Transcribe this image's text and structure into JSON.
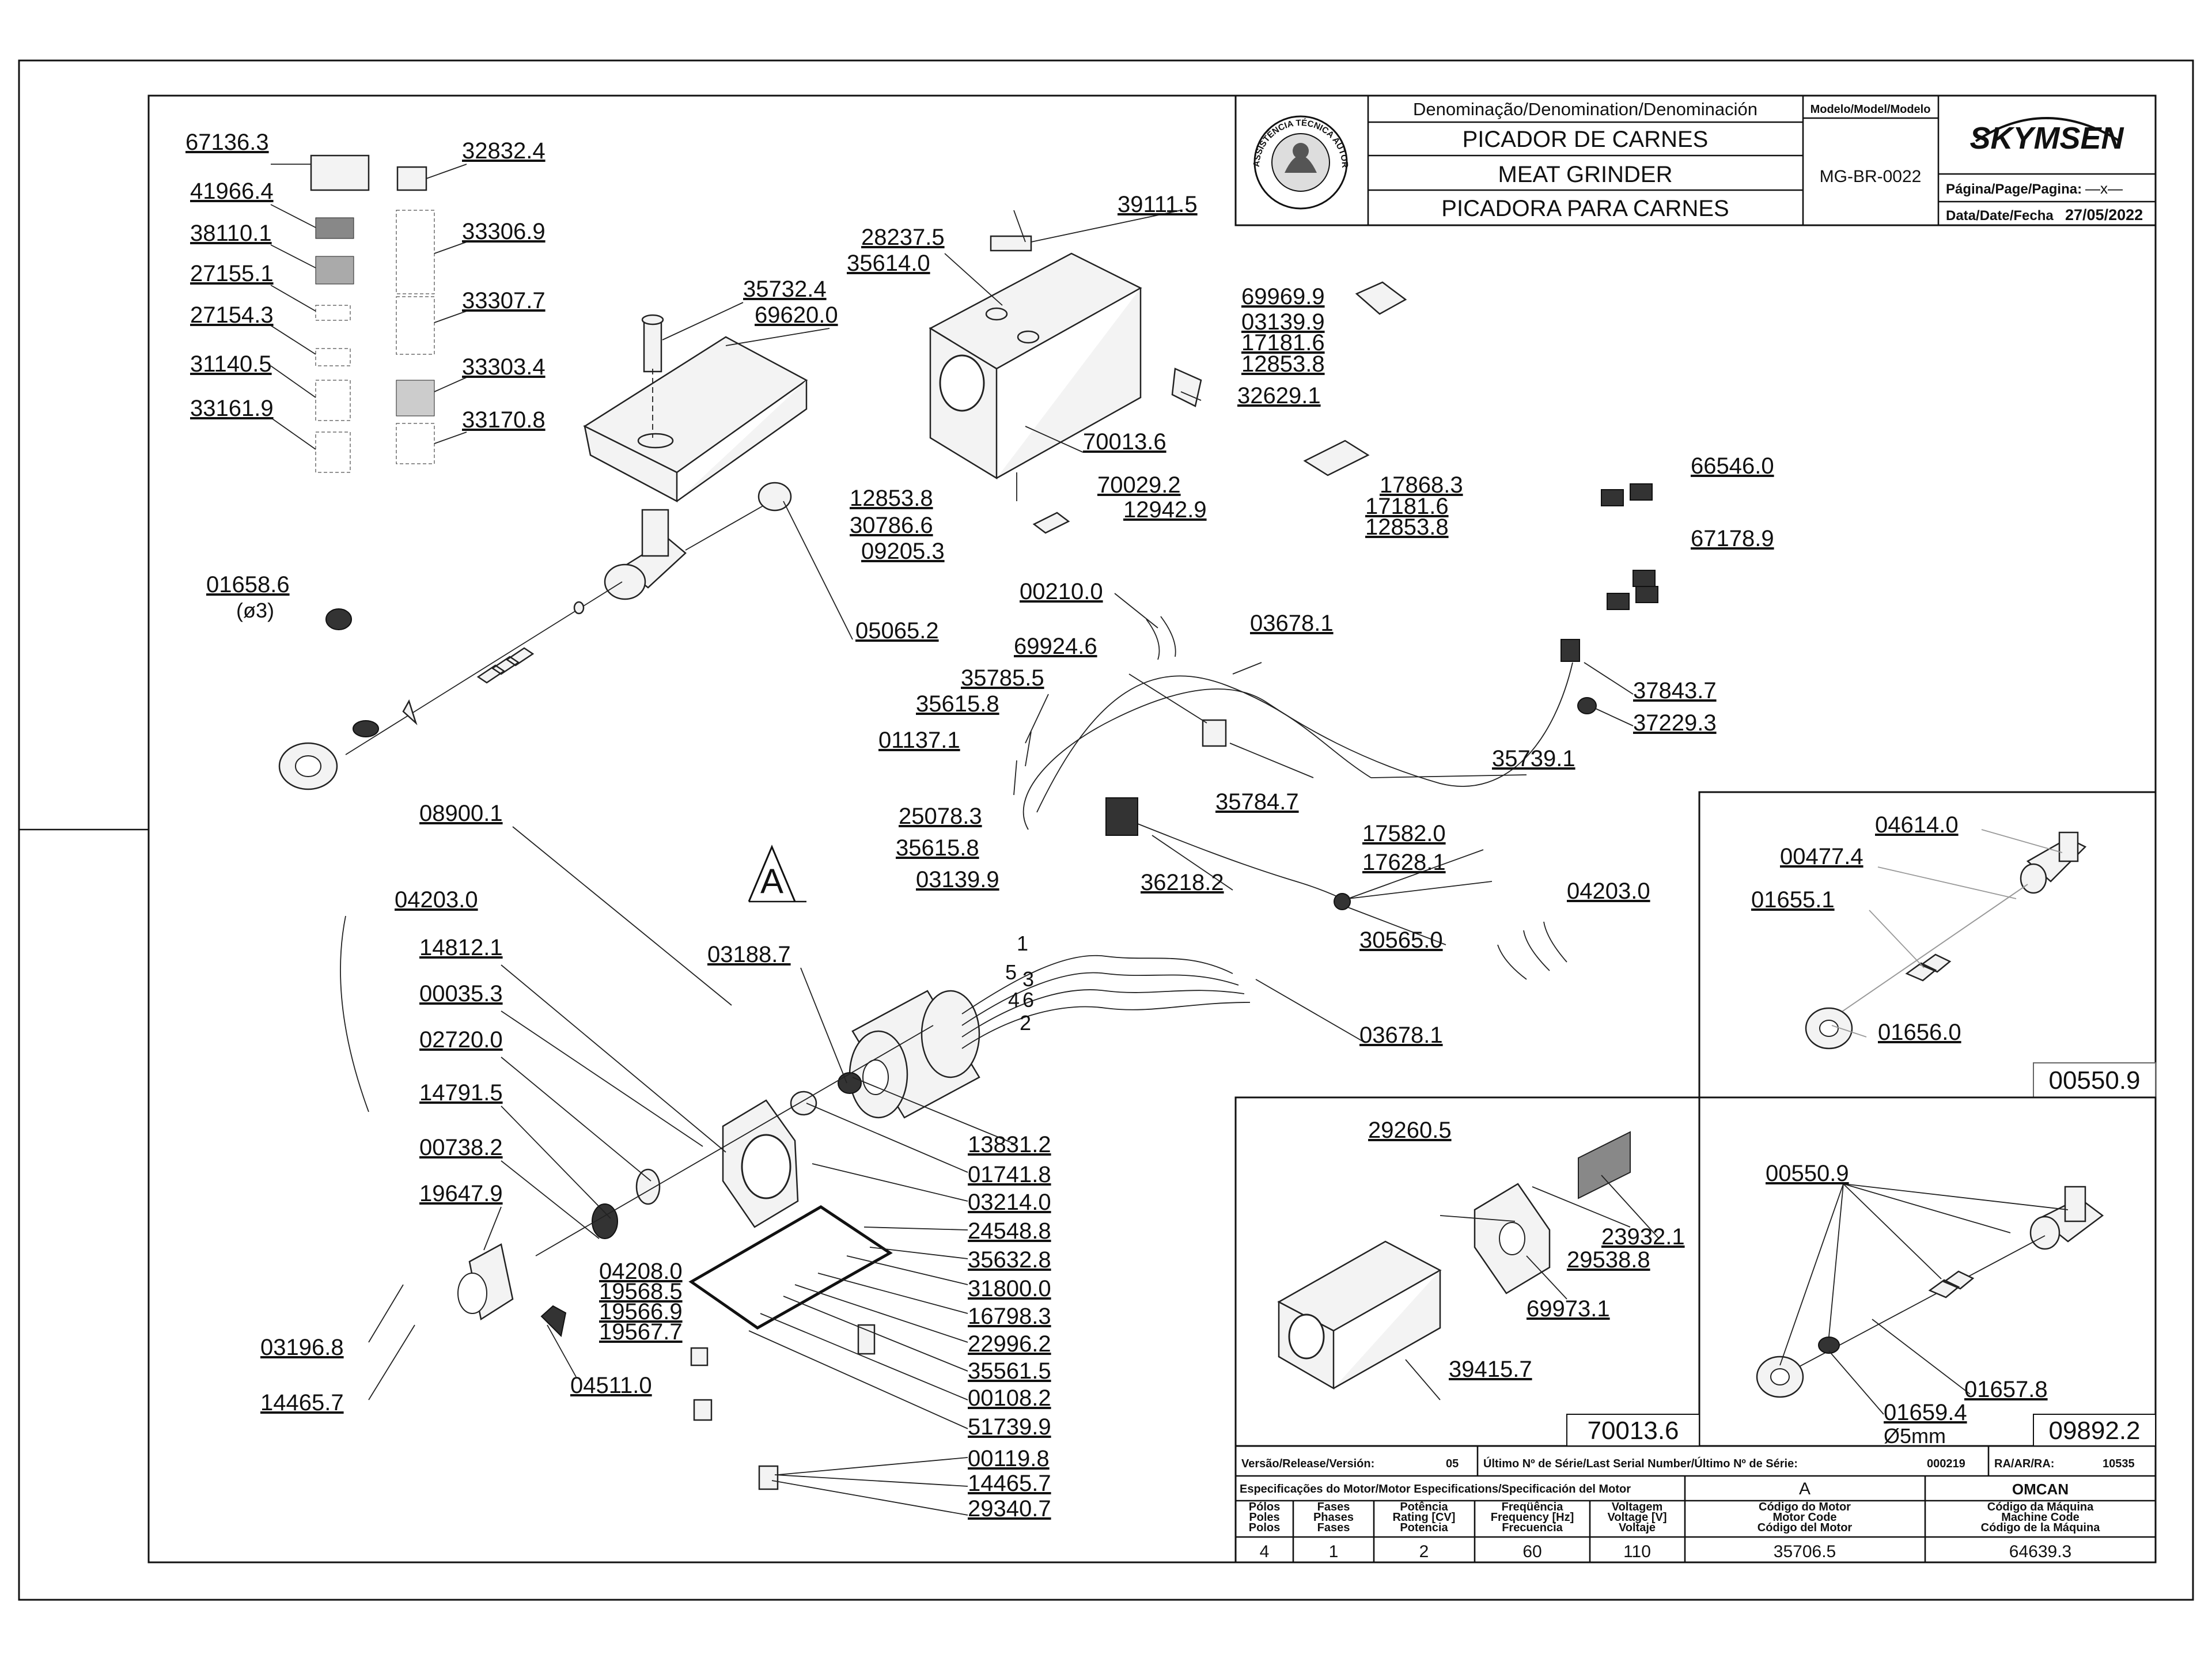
{
  "title_block": {
    "denomination_header": "Denominação/Denomination/Denominación",
    "model_header": "Modelo/Model/Modelo",
    "name_pt": "PICADOR DE CARNES",
    "name_en": "MEAT GRINDER",
    "name_es": "PICADORA PARA CARNES",
    "model": "MG-BR-0022",
    "brand": "SKYMSEN",
    "seal_text": "ASSISTÊNCIA TÉCNICA AUTORIZADA",
    "page_label": "Página/Page/Pagina:",
    "page_value": "—x—",
    "date_label": "Data/Date/Fecha",
    "date_value": "27/05/2022"
  },
  "bottom_table": {
    "version_label": "Versão/Release/Versión:",
    "version_value": "05",
    "serial_label": "Último Nº de Série/Last Serial Number/Último Nº de Série:",
    "serial_value": "000219",
    "ra_label": "RA/AR/RA:",
    "ra_value": "10535",
    "motor_spec_label": "Especificações do Motor/Motor Especifications/Specificación del Motor",
    "motor_letter": "A",
    "brand_code": "OMCAN",
    "col_poles": [
      "Pólos",
      "Poles",
      "Polos"
    ],
    "col_phases": [
      "Fases",
      "Phases",
      "Fases"
    ],
    "col_power": [
      "Potência",
      "Rating [CV]",
      "Potencia"
    ],
    "col_freq": [
      "Freqüência",
      "Frequency [Hz]",
      "Frecuencia"
    ],
    "col_voltage": [
      "Voltagem",
      "Voltage [V]",
      "Voltaje"
    ],
    "col_motor_code": [
      "Código do Motor",
      "Motor Code",
      "Código del Motor"
    ],
    "col_machine_code": [
      "Código da Máquina",
      "Machine Code",
      "Código de la Máquina"
    ],
    "val_poles": "4",
    "val_phases": "1",
    "val_power": "2",
    "val_freq": "60",
    "val_voltage": "110",
    "val_motor_code": "35706.5",
    "val_machine_code": "64639.3"
  },
  "detail_a_label": "A",
  "kit_codes": {
    "kit1": "00550.9",
    "kit2": "70013.6",
    "kit3": "09892.2"
  },
  "parts": {
    "p67136_3": "67136.3",
    "p41966_4": "41966.4",
    "p38110_1": "38110.1",
    "p27155_1": "27155.1",
    "p27154_3": "27154.3",
    "p31140_5": "31140.5",
    "p33161_9": "33161.9",
    "p32832_4": "32832.4",
    "p33306_9": "33306.9",
    "p33307_7": "33307.7",
    "p33303_4": "33303.4",
    "p33170_8": "33170.8",
    "p35732_4": "35732.4",
    "p69620_0": "69620.0",
    "p28237_5": "28237.5",
    "p35614_0": "35614.0",
    "p39111_5": "39111.5",
    "p70013_6": "70013.6",
    "p69969_9": "69969.9",
    "p03139_9a": "03139.9",
    "p17181_6a": "17181.6",
    "p12853_8a": "12853.8",
    "p32629_1": "32629.1",
    "p17868_3": "17868.3",
    "p17181_6b": "17181.6",
    "p12853_8b": "12853.8",
    "p66546_0": "66546.0",
    "p67178_9": "67178.9",
    "p12853_8c": "12853.8",
    "p30786_6": "30786.6",
    "p09205_3": "09205.3",
    "p70029_2": "70029.2",
    "p12942_9": "12942.9",
    "p01658_6": "01658.6",
    "p01658_6_sub": "(ø3)",
    "p05065_2": "05065.2",
    "p00210_0": "00210.0",
    "p69924_6": "69924.6",
    "p03678_1a": "03678.1",
    "p35785_5": "35785.5",
    "p35615_8a": "35615.8",
    "p01137_1": "01137.1",
    "p37843_7": "37843.7",
    "p37229_3": "37229.3",
    "p35739_1": "35739.1",
    "p35784_7": "35784.7",
    "p25078_3": "25078.3",
    "p35615_8b": "35615.8",
    "p03139_9b": "03139.9",
    "p36218_2": "36218.2",
    "p17582_0": "17582.0",
    "p17628_1": "17628.1",
    "p30565_0": "30565.0",
    "p04203_0b": "04203.0",
    "p08900_1": "08900.1",
    "p04203_0a": "04203.0",
    "p14812_1": "14812.1",
    "p00035_3": "00035.3",
    "p02720_0": "02720.0",
    "p14791_5": "14791.5",
    "p00738_2": "00738.2",
    "p19647_9": "19647.9",
    "p03196_8": "03196.8",
    "p14465_7a": "14465.7",
    "p04208_0": "04208.0",
    "p19568_5": "19568.5",
    "p19566_9": "19566.9",
    "p19567_7": "19567.7",
    "p04511_0": "04511.0",
    "p03188_7": "03188.7",
    "p03678_1b": "03678.1",
    "p13831_2": "13831.2",
    "p01741_8": "01741.8",
    "p03214_0": "03214.0",
    "p24548_8": "24548.8",
    "p35632_8": "35632.8",
    "p31800_0": "31800.0",
    "p16798_3": "16798.3",
    "p22996_2": "22996.2",
    "p35561_5": "35561.5",
    "p00108_2": "00108.2",
    "p51739_9": "51739.9",
    "p00119_8": "00119.8",
    "p14465_7b": "14465.7",
    "p29340_7": "29340.7",
    "p04614_0": "04614.0",
    "p00477_4": "00477.4",
    "p01655_1": "01655.1",
    "p01656_0": "01656.0",
    "p29260_5": "29260.5",
    "p23932_1": "23932.1",
    "p29538_8": "29538.8",
    "p69973_1": "69973.1",
    "p39415_7": "39415.7",
    "p00550_9": "00550.9",
    "p01657_8": "01657.8",
    "p01659_4": "01659.4",
    "p01659_4_sub": "Ø5mm"
  },
  "wire_numbers": [
    "1",
    "5",
    "3",
    "4",
    "6",
    "2"
  ]
}
